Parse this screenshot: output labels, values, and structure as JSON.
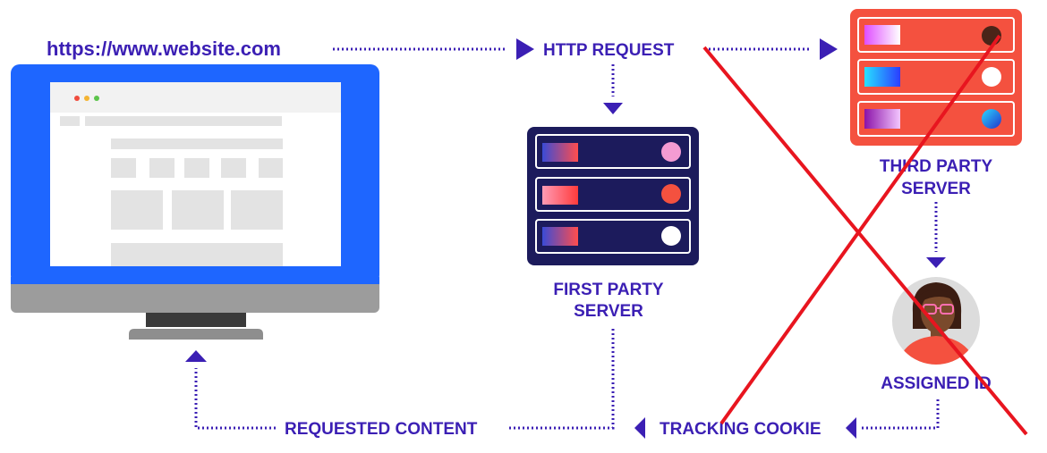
{
  "labels": {
    "url": "https://www.website.com",
    "http_request": "HTTP REQUEST",
    "first_party_line1": "FIRST PARTY",
    "first_party_line2": "SERVER",
    "third_party_line1": "THIRD PARTY",
    "third_party_line2": "SERVER",
    "assigned_id": "ASSIGNED ID",
    "requested_content": "REQUESTED CONTENT",
    "tracking_cookie": "TRACKING COOKIE"
  },
  "colors": {
    "text": "#3b1fb4",
    "monitor_frame": "#1e66ff",
    "first_party_server": "#1c1b5c",
    "third_party_server": "#f4513f",
    "cross_out": "#e8151f",
    "arrow": "#3b1fb4"
  },
  "icons": {
    "monitor": "desktop-monitor-icon",
    "first_party_server": "server-rack-icon",
    "third_party_server": "server-rack-icon",
    "user": "user-avatar-icon",
    "cross": "cross-out-icon"
  }
}
